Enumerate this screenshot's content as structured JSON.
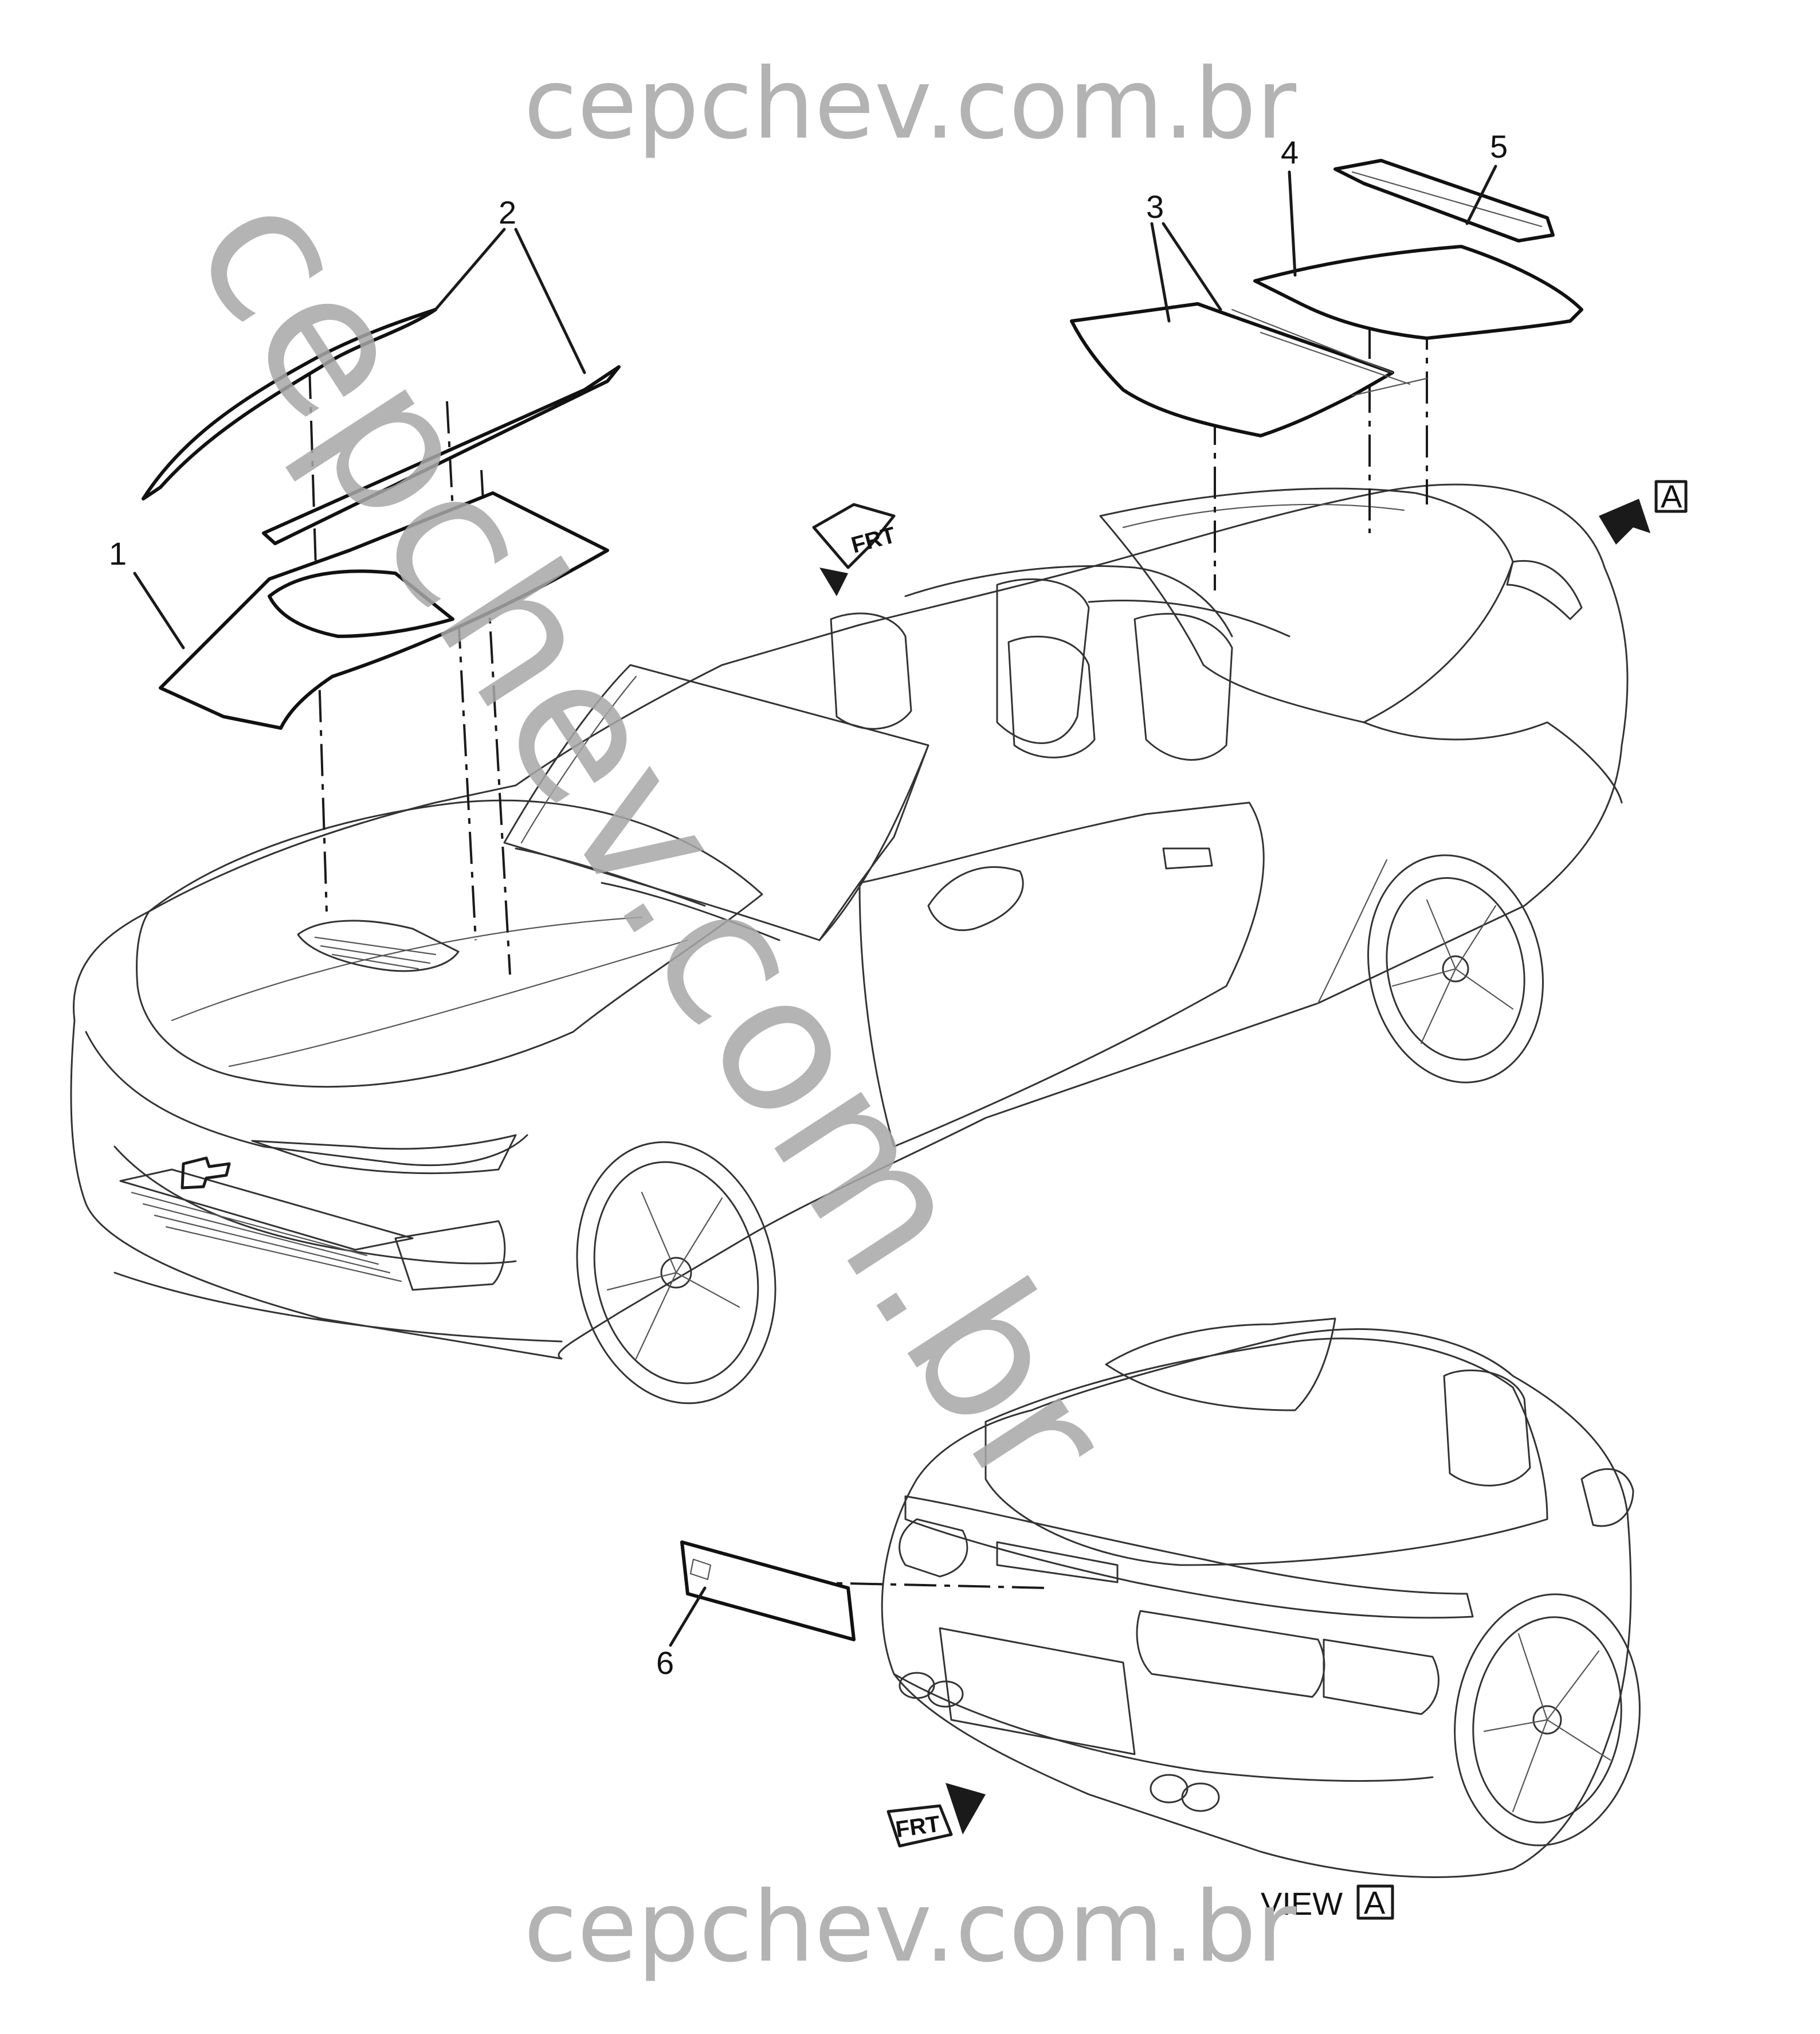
{
  "watermark": {
    "top": "cepchev.com.br",
    "bottom": "cepchev.com.br",
    "diagonal": "cepchev.com.br"
  },
  "callouts": [
    "1",
    "2",
    "3",
    "4",
    "5",
    "6"
  ],
  "frt_labels": [
    "FRT",
    "FRT"
  ],
  "view_ref": {
    "arrow_letter": "A",
    "view_text": "VIEW",
    "view_letter": "A"
  },
  "colors": {
    "line": "#1a1a1a",
    "watermark": "#b3b3b3",
    "background": "#ffffff"
  }
}
